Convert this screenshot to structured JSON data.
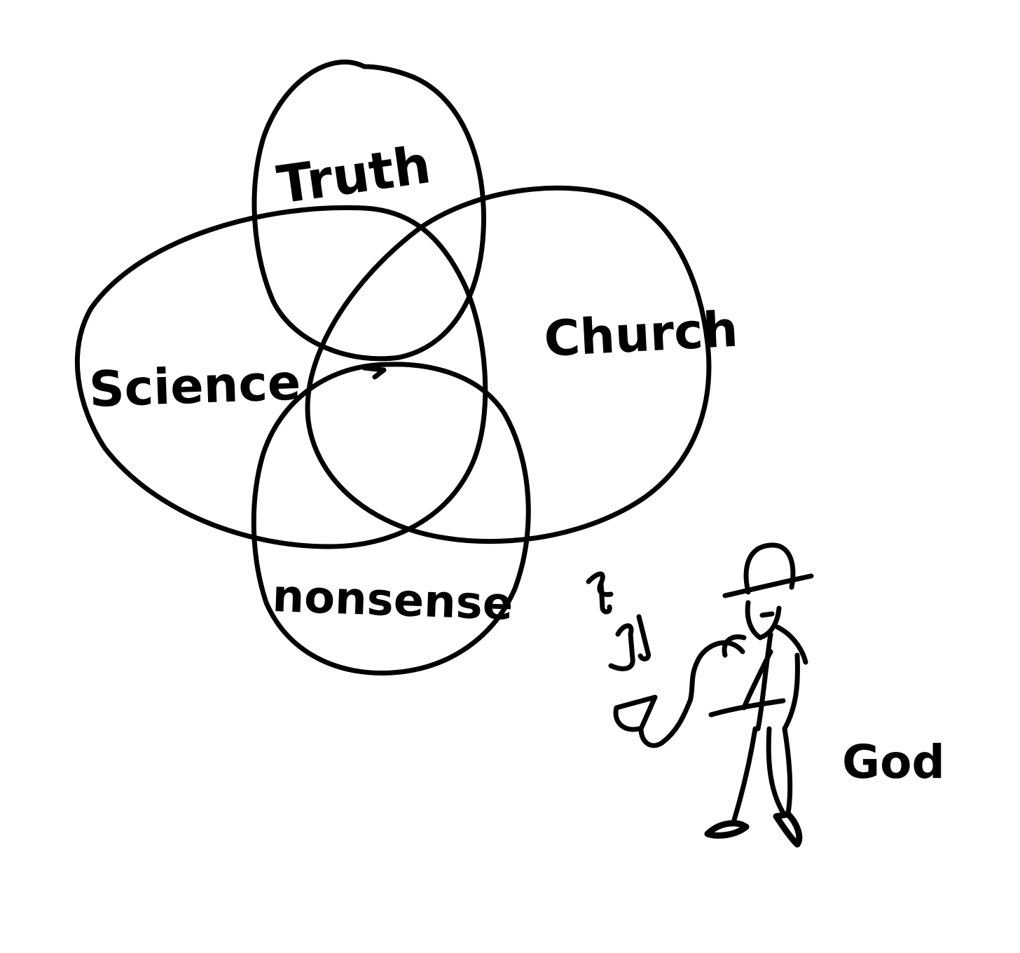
{
  "diagram": {
    "sets": [
      {
        "id": "truth",
        "label": "Truth"
      },
      {
        "id": "science",
        "label": "Science"
      },
      {
        "id": "church",
        "label": "Church"
      },
      {
        "id": "nonsense",
        "label": "nonsense"
      }
    ],
    "figure": {
      "label": "God",
      "icon": "saxophone-player-icon",
      "notes_icon": "music-notes-icon"
    },
    "ink_color": "#000000",
    "background_color": "#ffffff"
  }
}
